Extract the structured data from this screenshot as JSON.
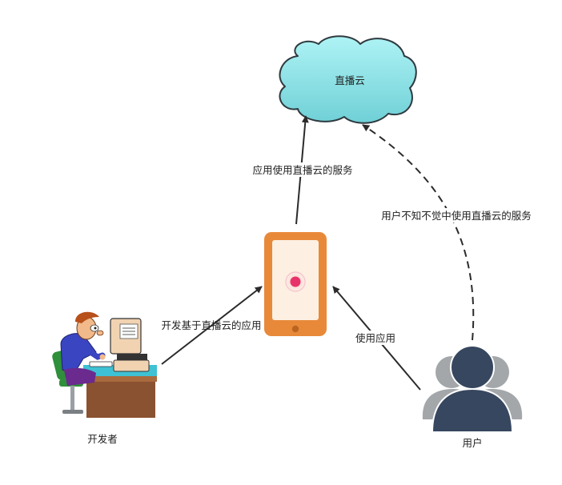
{
  "nodes": {
    "cloud": {
      "label": "直播云",
      "fill": "#8fe6ea",
      "stroke": "#2f3a3f"
    },
    "phone": {
      "fill": "#e8893a",
      "screen": "#fdf0e3",
      "dot": "#e8336a"
    },
    "developer": {
      "label": "开发者",
      "icon": "developer-at-computer-icon"
    },
    "users": {
      "label": "用户",
      "icon": "users-group-icon",
      "front": "#36475f",
      "back": "#a3a7aa"
    }
  },
  "edges": {
    "dev_to_phone": {
      "label": "开发基于直播云的应用",
      "style": "solid"
    },
    "phone_to_cloud": {
      "label": "应用使用直播云的服务",
      "style": "solid"
    },
    "users_to_phone": {
      "label": "使用应用",
      "style": "solid"
    },
    "users_to_cloud": {
      "label": "用户不知不觉中使用直播云的服务",
      "style": "dashed"
    }
  },
  "colors": {
    "edge": "#2b2b2b"
  }
}
